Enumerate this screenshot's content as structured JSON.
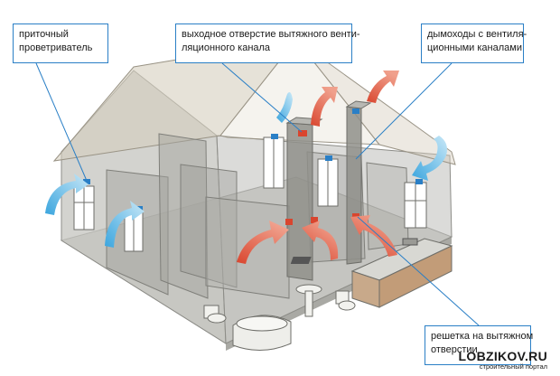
{
  "callouts": {
    "supply_ventilator": {
      "line1": "приточный",
      "line2": "проветриватель"
    },
    "exhaust_outlet": {
      "line1": "выходное отверстие вытяжного венти-",
      "line2": "ляционного канала"
    },
    "chimneys": {
      "line1": "дымоходы с вентиля-",
      "line2": "ционными каналами"
    },
    "exhaust_grille": {
      "line1": "решетка на вытяжном",
      "line2": "отверстии"
    }
  },
  "branding": {
    "site": "LOBZIKOV.RU",
    "tagline": "строительный портал"
  },
  "colors": {
    "callout_border": "#2a7fc6",
    "supply_air": "#3aa5de",
    "exhaust_air": "#d9452e",
    "house_fill": "#b9b9b4",
    "roof_fill": "#d6cfbe",
    "wall_line": "#8d8d88"
  }
}
